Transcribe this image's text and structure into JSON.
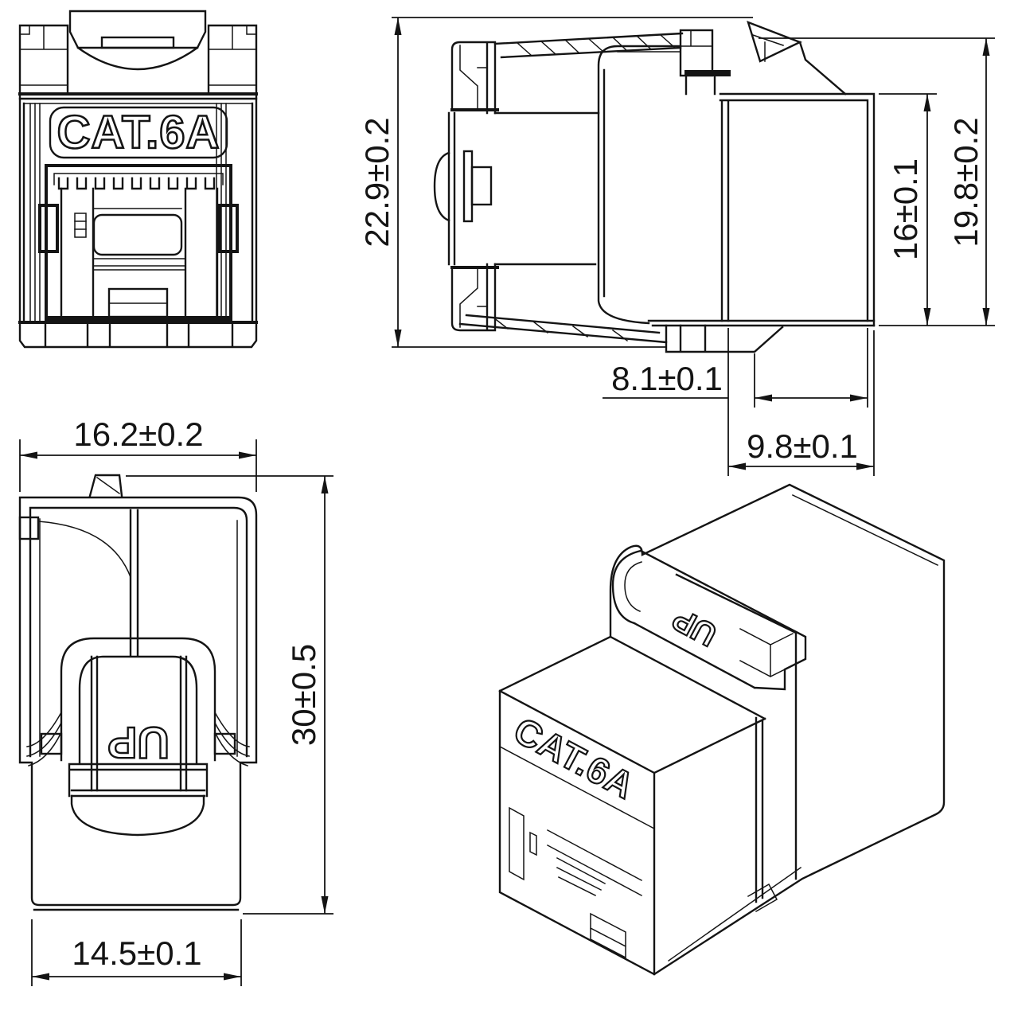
{
  "sheet": {
    "background": "#ffffff",
    "ink": "#141414"
  },
  "views": {
    "front": {
      "badge_label": "CAT.6A"
    },
    "side": {
      "dim_overall_height": "22.9±0.2",
      "dim_opening_height": "16±0.1",
      "dim_rear_height": "19.8±0.2",
      "dim_depth_upper": "8.1±0.1",
      "dim_depth_lower": "9.8±0.1"
    },
    "rear": {
      "dim_width": "16.2±0.2",
      "dim_length": "30±0.5",
      "dim_body_width": "14.5±0.1",
      "latch_label": "UP"
    },
    "iso": {
      "front_label": "CAT.6A",
      "latch_label": "UP"
    }
  }
}
